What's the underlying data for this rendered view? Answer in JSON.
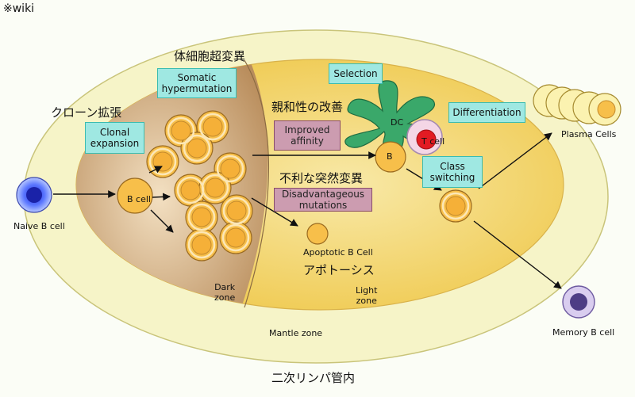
{
  "header": {
    "wiki_mark": "※wiki"
  },
  "zones": {
    "dark": "Dark\nzone",
    "light": "Light\nzone",
    "mantle": "Mantle zone",
    "lymph_jp": "二次リンパ管内"
  },
  "labels": {
    "somatic_jp": "体細胞超変異",
    "clonal_jp": "クローン拡張",
    "affinity_jp": "親和性の改善",
    "adverse_jp": "不利な突然変異",
    "apoptosis_jp": "アポトーシス"
  },
  "boxes": {
    "somatic": "Somatic\nhypermutation",
    "clonal": "Clonal\nexpansion",
    "selection": "Selection",
    "differentiation": "Differentiation",
    "class_switching": "Class\nswitching",
    "improved": "Improved\naffinity",
    "disadvantageous": "Disadvantageous\nmutations"
  },
  "cells": {
    "naive": "Naive B cell",
    "b_cell": "B cell",
    "dc": "DC",
    "t_cell": "T cell",
    "b_small": "B",
    "apoptotic": "Apoptotic B Cell",
    "plasma": "Plasma Cells",
    "memory": "Memory B cell"
  },
  "colors": {
    "mantle": "#f5f3c6",
    "light_zone": "#f3d45e",
    "dark_zone": "#c39b6d",
    "cell_fill": "#f7bf4a",
    "cyan_box": "#9fe8e2",
    "pink_box": "#cc9cb0",
    "dc_green": "#3aa86a"
  }
}
